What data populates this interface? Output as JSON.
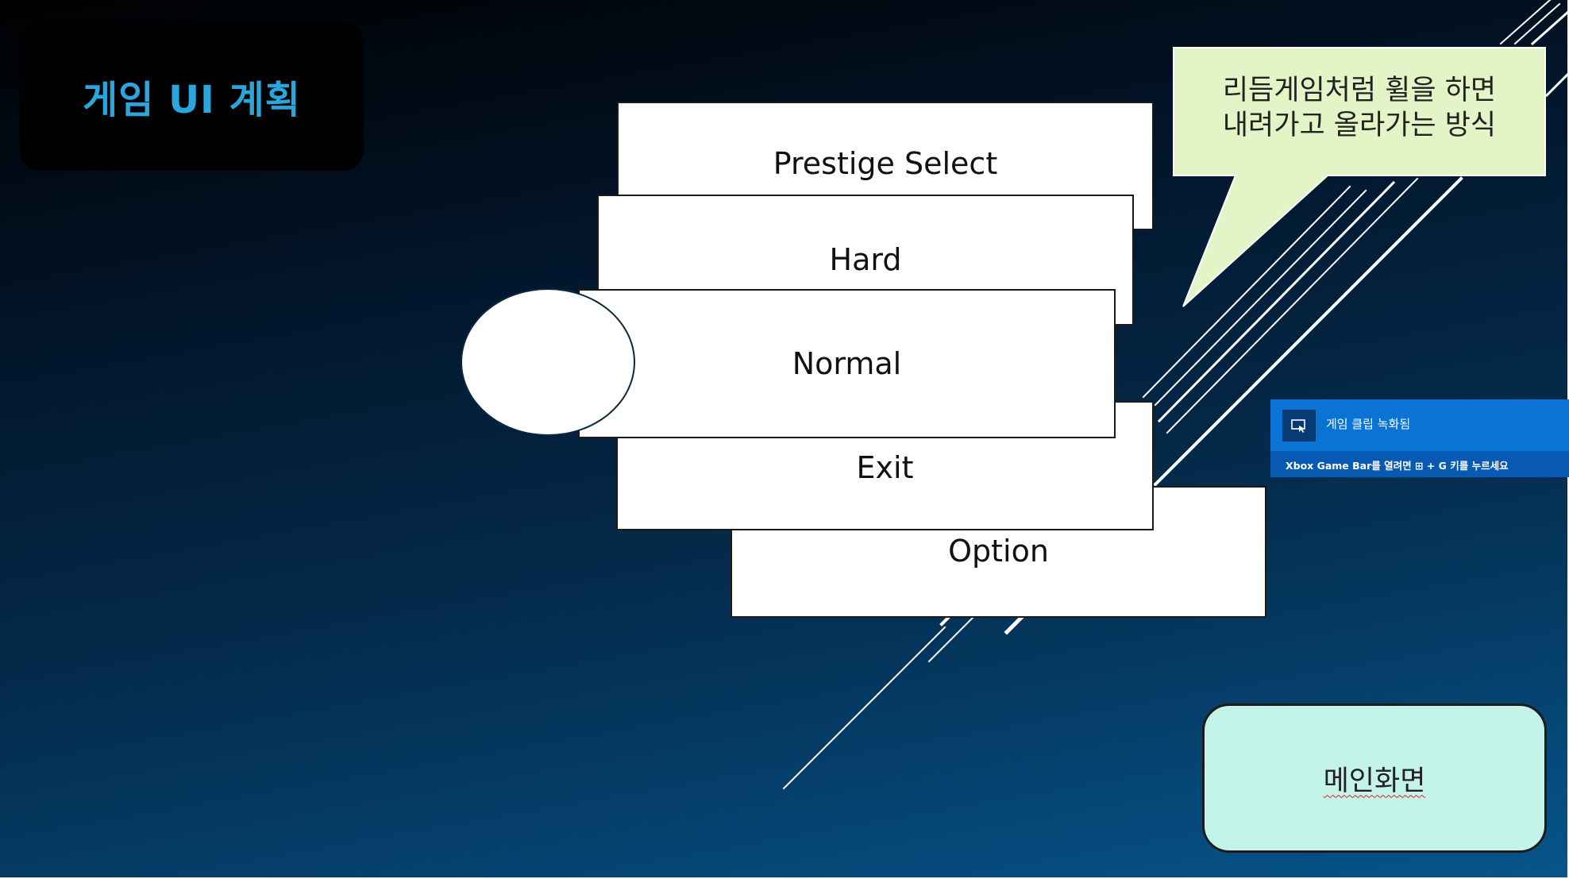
{
  "slide": {
    "title": "게임 UI 계획",
    "accent_color": "#2aa6dc",
    "background_top": "#000000",
    "background_bottom": "#06558c"
  },
  "menu": {
    "items": [
      "Prestige Select",
      "Hard",
      "Normal",
      "Exit",
      "Option"
    ],
    "selected": "Normal",
    "card_color": "#ffffff"
  },
  "callout": {
    "text_line1": "리듬게임처럼 휠을 하면",
    "text_line2": "내려가고 올라가는 방식",
    "fill_color": "#e3f4c7"
  },
  "notification": {
    "icon": "screen-record-icon",
    "title": "게임 클립 녹화됨",
    "subtitle": "Xbox Game Bar를 열려면 ⊞ + G 키를 누르세요",
    "color": "#0a73d4"
  },
  "screen_label": {
    "text": "메인화면",
    "fill_color": "#c3f3e9"
  }
}
